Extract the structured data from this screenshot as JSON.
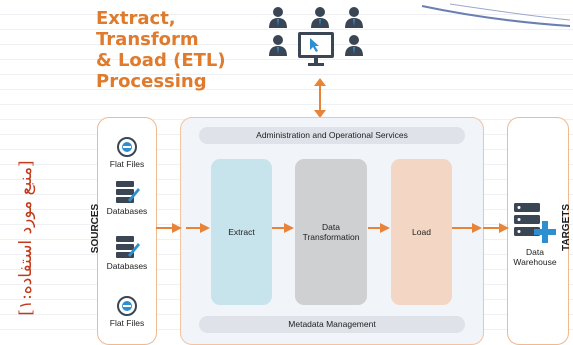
{
  "title": {
    "line1": "Extract,",
    "line2": "Transform",
    "line3": "& Load (ETL)",
    "line4": "Processing"
  },
  "side_note": "[منبع مورد استفاده:۱]",
  "sources": {
    "label": "SOURCES",
    "items": [
      {
        "label": "Flat Files",
        "icon": "flat-file-icon"
      },
      {
        "label": "Databases",
        "icon": "database-icon"
      },
      {
        "label": "Databases",
        "icon": "database-icon"
      },
      {
        "label": "Flat Files",
        "icon": "flat-file-icon"
      }
    ]
  },
  "main": {
    "admin_bar": "Administration and Operational Services",
    "metadata_bar": "Metadata Management",
    "stages": [
      {
        "label": "Extract",
        "color": "#c7e4ec"
      },
      {
        "label": "Data Transformation",
        "color": "#cfd0d2"
      },
      {
        "label": "Load",
        "color": "#f3d6c3"
      }
    ]
  },
  "targets": {
    "label": "TARGETS",
    "item": "Data Warehouse"
  },
  "colors": {
    "accent": "#e07a2c",
    "arrow": "#e8843a",
    "icon_dark": "#3b4654",
    "icon_blue": "#2e8fd0"
  }
}
